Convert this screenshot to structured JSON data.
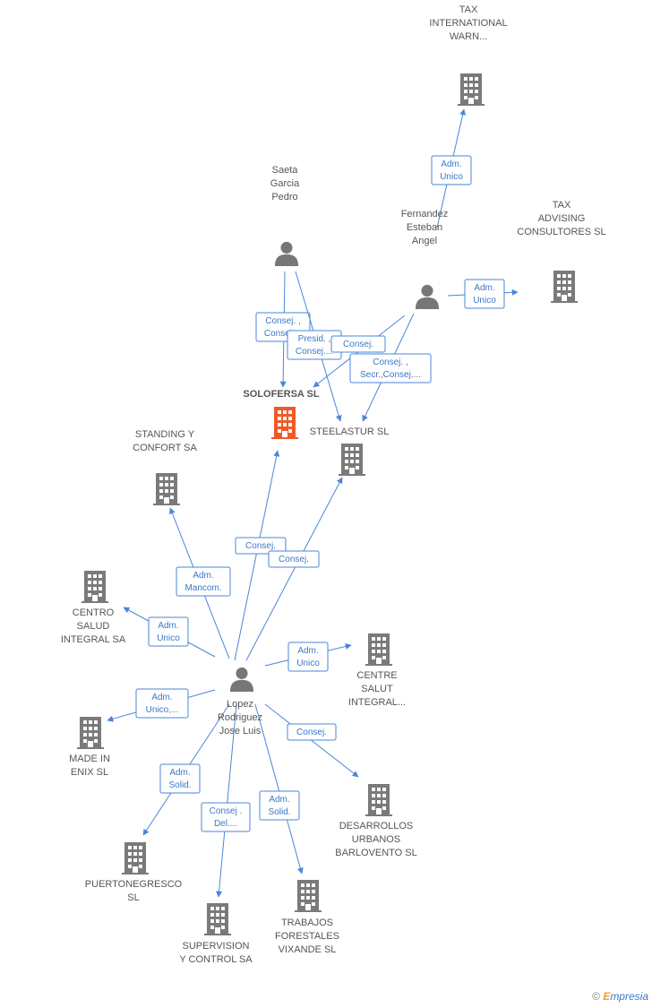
{
  "colors": {
    "edge": "#4a86d8",
    "company": "#7a7a7a",
    "company_focus": "#f05a28",
    "person": "#777777",
    "label": "#555555"
  },
  "nodes": [
    {
      "id": "tax_int",
      "type": "company",
      "lines": [
        "TAX",
        "INTERNATIONAL",
        "WARN..."
      ]
    },
    {
      "id": "saeta",
      "type": "person",
      "lines": [
        "Saeta",
        "Garcia",
        "Pedro"
      ]
    },
    {
      "id": "fernandez",
      "type": "person",
      "lines": [
        "Fernandez",
        "Esteban",
        "Angel"
      ]
    },
    {
      "id": "tax_adv",
      "type": "company",
      "lines": [
        "TAX",
        "ADVISING",
        "CONSULTORES SL"
      ]
    },
    {
      "id": "solofersa",
      "type": "company_focus",
      "lines": [
        "SOLOFERSA SL"
      ]
    },
    {
      "id": "steelastur",
      "type": "company",
      "lines": [
        "STEELASTUR SL"
      ]
    },
    {
      "id": "standing",
      "type": "company",
      "lines": [
        "STANDING Y",
        "CONFORT SA"
      ]
    },
    {
      "id": "centro_salud",
      "type": "company",
      "lines": [
        "CENTRO",
        "SALUD",
        "INTEGRAL SA"
      ]
    },
    {
      "id": "lopez",
      "type": "person",
      "lines": [
        "Lopez",
        "Rodriguez",
        "Jose Luis"
      ]
    },
    {
      "id": "centre_salut",
      "type": "company",
      "lines": [
        "CENTRE",
        "SALUT",
        "INTEGRAL..."
      ]
    },
    {
      "id": "made_enix",
      "type": "company",
      "lines": [
        "MADE IN",
        "ENIX SL"
      ]
    },
    {
      "id": "desarrollos",
      "type": "company",
      "lines": [
        "DESARROLLOS",
        "URBANOS",
        "BARLOVENTO SL"
      ]
    },
    {
      "id": "puertonegresco",
      "type": "company",
      "lines": [
        "PUERTONEGRESCO",
        "SL"
      ]
    },
    {
      "id": "supervision",
      "type": "company",
      "lines": [
        "SUPERVISION",
        "Y CONTROL SA"
      ]
    },
    {
      "id": "trabajos",
      "type": "company",
      "lines": [
        "TRABAJOS",
        "FORESTALES",
        "VIXANDE SL"
      ]
    }
  ],
  "edges": [
    {
      "from": "fernandez",
      "to": "tax_int",
      "label": [
        "Adm.",
        "Unico"
      ]
    },
    {
      "from": "fernandez",
      "to": "tax_adv",
      "label": [
        "Adm.",
        "Unico"
      ]
    },
    {
      "from": "saeta",
      "to": "solofersa",
      "label": [
        "Consej. ,",
        "Consej...."
      ]
    },
    {
      "from": "saeta",
      "to": "steelastur",
      "label": [
        "Presid. ,",
        "Consej...."
      ]
    },
    {
      "from": "fernandez",
      "to": "solofersa",
      "label": [
        "Consej."
      ]
    },
    {
      "from": "fernandez",
      "to": "steelastur",
      "label": [
        "Consej. ,",
        "Secr.,Consej...."
      ]
    },
    {
      "from": "lopez",
      "to": "solofersa",
      "label": [
        "Consej."
      ]
    },
    {
      "from": "lopez",
      "to": "steelastur",
      "label": [
        "Consej."
      ]
    },
    {
      "from": "lopez",
      "to": "standing",
      "label": [
        "Adm.",
        "Mancom."
      ]
    },
    {
      "from": "lopez",
      "to": "centro_salud",
      "label": [
        "Adm.",
        "Unico"
      ]
    },
    {
      "from": "lopez",
      "to": "centre_salut",
      "label": [
        "Adm.",
        "Unico"
      ]
    },
    {
      "from": "lopez",
      "to": "made_enix",
      "label": [
        "Adm.",
        "Unico,..."
      ]
    },
    {
      "from": "lopez",
      "to": "desarrollos",
      "label": [
        "Consej."
      ]
    },
    {
      "from": "lopez",
      "to": "puertonegresco",
      "label": [
        "Adm.",
        "Solid."
      ]
    },
    {
      "from": "lopez",
      "to": "supervision",
      "label": [
        "Consej .",
        "Del...."
      ]
    },
    {
      "from": "lopez",
      "to": "trabajos",
      "label": [
        "Adm.",
        "Solid."
      ]
    }
  ],
  "footer": {
    "copyright": "©",
    "brand_e": "E",
    "brand_rest": "mpresia"
  }
}
